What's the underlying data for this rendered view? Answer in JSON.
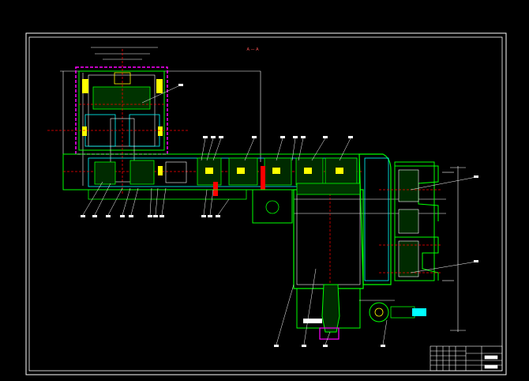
{
  "drawing": {
    "section_title": "A — A",
    "title_block": {
      "rows": 5,
      "cols": 6
    },
    "colors": {
      "background": "#000000",
      "frame": "#ffffff",
      "part_line": "#00ff00",
      "housing": "#ffffff",
      "section_fill": "#00ffff",
      "hatch_red": "#ff0000",
      "gear_yellow": "#ffff00",
      "boundary_magenta": "#ff00ff"
    }
  }
}
